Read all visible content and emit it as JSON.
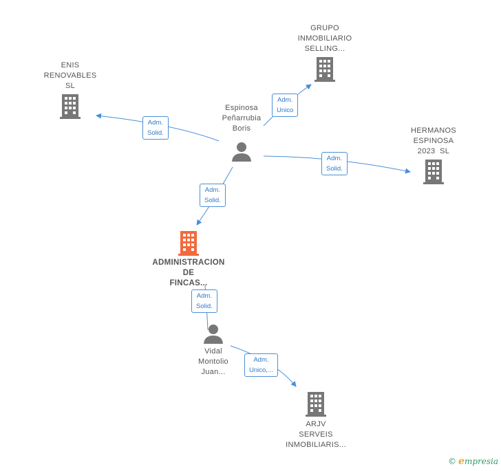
{
  "nodes": {
    "enis": {
      "label": [
        "ENIS",
        "RENOVABLES",
        "SL"
      ],
      "icon": "building-icon"
    },
    "grupo": {
      "label": [
        "GRUPO",
        "INMOBILIARIO",
        "SELLING..."
      ],
      "icon": "building-icon"
    },
    "hermanos": {
      "label": [
        "HERMANOS",
        "ESPINOSA",
        "2023  SL"
      ],
      "icon": "building-icon"
    },
    "espinosa": {
      "label": [
        "Espinosa",
        "Peñarrubia",
        "Boris"
      ],
      "icon": "person-icon"
    },
    "admin": {
      "label": [
        "ADMINISTRACION",
        "DE",
        "FINCAS..."
      ],
      "icon": "building-icon",
      "color": "#f26a3d"
    },
    "vidal": {
      "label": [
        "Vidal",
        "Montolio",
        "Juan..."
      ],
      "icon": "person-icon"
    },
    "arjv": {
      "label": [
        "ARJV",
        "SERVEIS",
        "INMOBILIARIS..."
      ],
      "icon": "building-icon"
    }
  },
  "edges": {
    "e_enis": {
      "label": [
        "Adm.",
        "Solid."
      ]
    },
    "e_grupo": {
      "label": [
        "Adm.",
        "Unico"
      ]
    },
    "e_hermanos": {
      "label": [
        "Adm.",
        "Solid."
      ]
    },
    "e_admin": {
      "label": [
        "Adm.",
        "Solid."
      ]
    },
    "e_vidal": {
      "label": [
        "Adm.",
        "Solid."
      ]
    },
    "e_arjv": {
      "label": [
        "Adm.",
        "Unico,..."
      ]
    }
  },
  "colors": {
    "edge": "#4a8fd8",
    "icon": "#777777",
    "focus": "#f26a3d",
    "brand": "#2f9a6a"
  },
  "footer": {
    "copyright": "©",
    "brand_initial": "e",
    "brand_rest": "mpresia"
  }
}
